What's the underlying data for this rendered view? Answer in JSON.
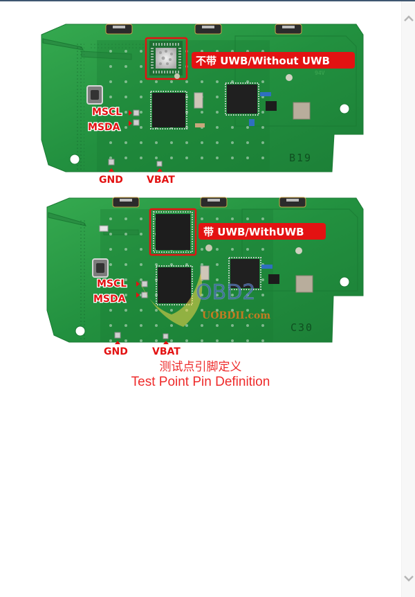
{
  "window": {
    "topbar_color": "#3e5670"
  },
  "figure": {
    "boards": [
      {
        "id": "board-without-uwb",
        "marking": "B19",
        "chip_label": "不带 UWB/Without UWB",
        "pins": {
          "mscl": "MSCL",
          "msda": "MSDA",
          "gnd": "GND",
          "vbat": "VBAT"
        }
      },
      {
        "id": "board-with-uwb",
        "marking": "C30",
        "chip_label": "带 UWB/WithUWB",
        "pins": {
          "mscl": "MSCL",
          "msda": "MSDA",
          "gnd": "GND",
          "vbat": "VBAT"
        }
      }
    ],
    "watermark": {
      "logo": "OBD2",
      "site": "UOBDII.com"
    },
    "caption": {
      "chinese": "测试点引脚定义",
      "english": "Test Point Pin Definition"
    },
    "colors": {
      "pcb_green": "#1f8a3c",
      "pcb_light": "#2fa14a",
      "label_red": "#e31212",
      "caption_red": "#ee2a2a"
    }
  },
  "scrollbar": {
    "up_icon": "chevron-up-icon",
    "down_icon": "chevron-down-icon"
  }
}
